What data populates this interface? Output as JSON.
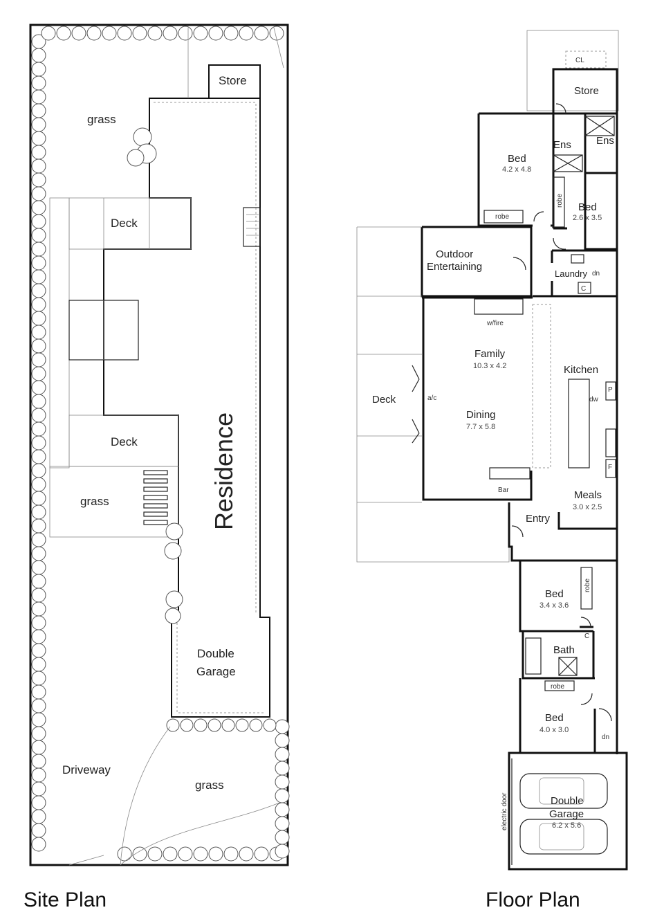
{
  "site_plan": {
    "caption": "Site Plan",
    "labels": {
      "store": "Store",
      "grass_top": "grass",
      "deck_upper": "Deck",
      "deck_lower": "Deck",
      "grass_mid": "grass",
      "residence": "Residence",
      "garage_line1": "Double",
      "garage_line2": "Garage",
      "driveway": "Driveway",
      "grass_bottom": "grass"
    }
  },
  "floor_plan": {
    "caption": "Floor Plan",
    "rooms": {
      "cl": "CL",
      "store": "Store",
      "ens_left": "Ens",
      "ens_right": "Ens",
      "bed1": "Bed",
      "bed1_dim": "4.2 x 4.8",
      "robe1": "robe",
      "bed2": "Bed",
      "bed2_dim": "2.6 x 3.5",
      "robe2": "robe",
      "outdoor1": "Outdoor",
      "outdoor2": "Entertaining",
      "laundry": "Laundry",
      "laundry_dn": "dn",
      "laundry_c": "C",
      "wfire": "w/fire",
      "family": "Family",
      "family_dim": "10.3 x 4.2",
      "kitchen": "Kitchen",
      "dw": "dw",
      "p": "P",
      "f": "F",
      "deck": "Deck",
      "ac": "a/c",
      "dining": "Dining",
      "dining_dim": "7.7 x 5.8",
      "bar": "Bar",
      "meals": "Meals",
      "meals_dim": "3.0 x 2.5",
      "entry": "Entry",
      "bed3": "Bed",
      "bed3_dim": "3.4 x 3.6",
      "robe3": "robe",
      "c2": "C",
      "bath": "Bath",
      "robe4": "robe",
      "bed4": "Bed",
      "bed4_dim": "4.0 x 3.0",
      "dn2": "dn",
      "garage1": "Double",
      "garage2": "Garage",
      "garage_dim": "6.2 x 5.6",
      "electric_door": "electric door"
    }
  }
}
